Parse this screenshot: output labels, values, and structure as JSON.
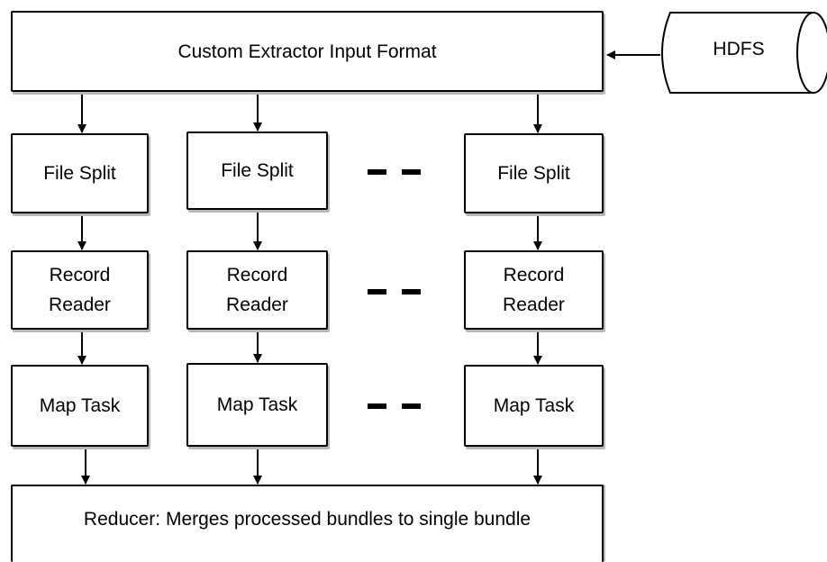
{
  "diagram": {
    "input_format": "Custom Extractor Input Format",
    "hdfs": "HDFS",
    "columns": [
      {
        "file_split": "File Split",
        "record_reader": "Record\nReader",
        "map_task": "Map Task"
      },
      {
        "file_split": "File Split",
        "record_reader": "Record\nReader",
        "map_task": "Map Task"
      },
      {
        "file_split": "File Split",
        "record_reader": "Record\nReader",
        "map_task": "Map Task"
      }
    ],
    "reducer": "Reducer: Merges processed bundles to single bundle"
  }
}
